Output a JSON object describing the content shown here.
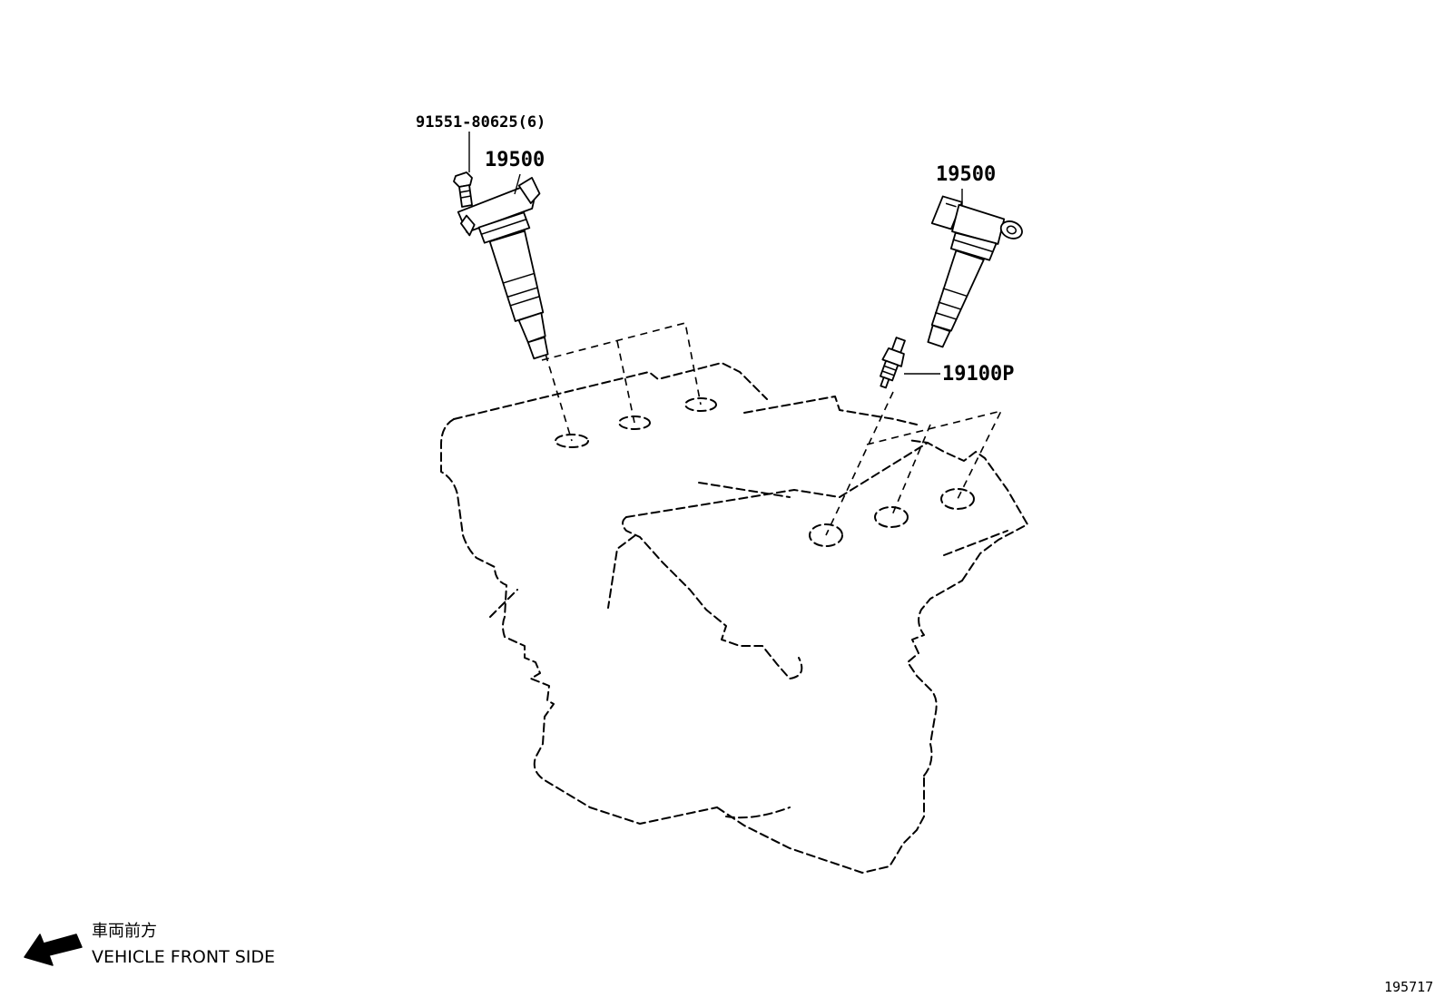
{
  "callouts": {
    "bolt": "91551-80625(6)",
    "coil_left": "19500",
    "coil_right": "19500",
    "spark_plug": "19100P"
  },
  "direction": {
    "japanese": "車両前方",
    "english": "VEHICLE FRONT SIDE"
  },
  "illustration_id": "195717"
}
